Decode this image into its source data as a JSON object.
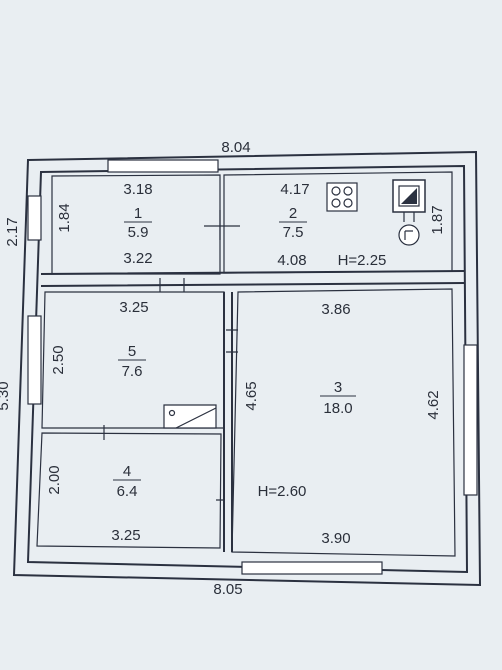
{
  "plan": {
    "overall": {
      "top_width": "8.04",
      "bottom_width": "8.05",
      "left_upper": "2.17",
      "left_total": "5.30"
    },
    "rooms": [
      {
        "number": "1",
        "area": "5.9",
        "top_dim": "3.18",
        "bottom_dim": "3.22",
        "side_dim": "1.84"
      },
      {
        "number": "2",
        "area": "7.5",
        "top_dim": "4.17",
        "bottom_dim": "4.08",
        "side_dim": "1.87",
        "height": "H=2.25"
      },
      {
        "number": "3",
        "area": "18.0",
        "top_dim": "3.86",
        "bottom_dim": "3.90",
        "left_dim": "4.65",
        "right_dim": "4.62",
        "height": "H=2.60"
      },
      {
        "number": "5",
        "area": "7.6",
        "top_dim": "3.25",
        "side_dim": "2.50"
      },
      {
        "number": "4",
        "area": "6.4",
        "bottom_dim": "3.25",
        "side_dim": "2.00"
      }
    ],
    "icons": [
      "stove-icon",
      "boiler-icon",
      "gas-meter-icon",
      "bathtub-icon"
    ]
  }
}
